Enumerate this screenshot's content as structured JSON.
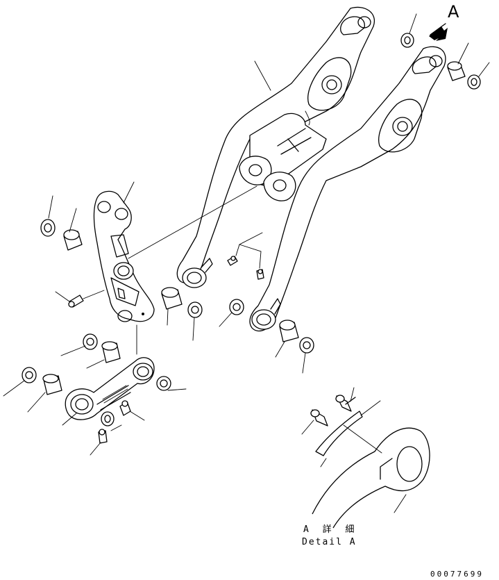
{
  "view_label": "A",
  "detail_label_jp": "A 詳 細",
  "detail_label_en": "Detail A",
  "drawing_code": "00077699"
}
